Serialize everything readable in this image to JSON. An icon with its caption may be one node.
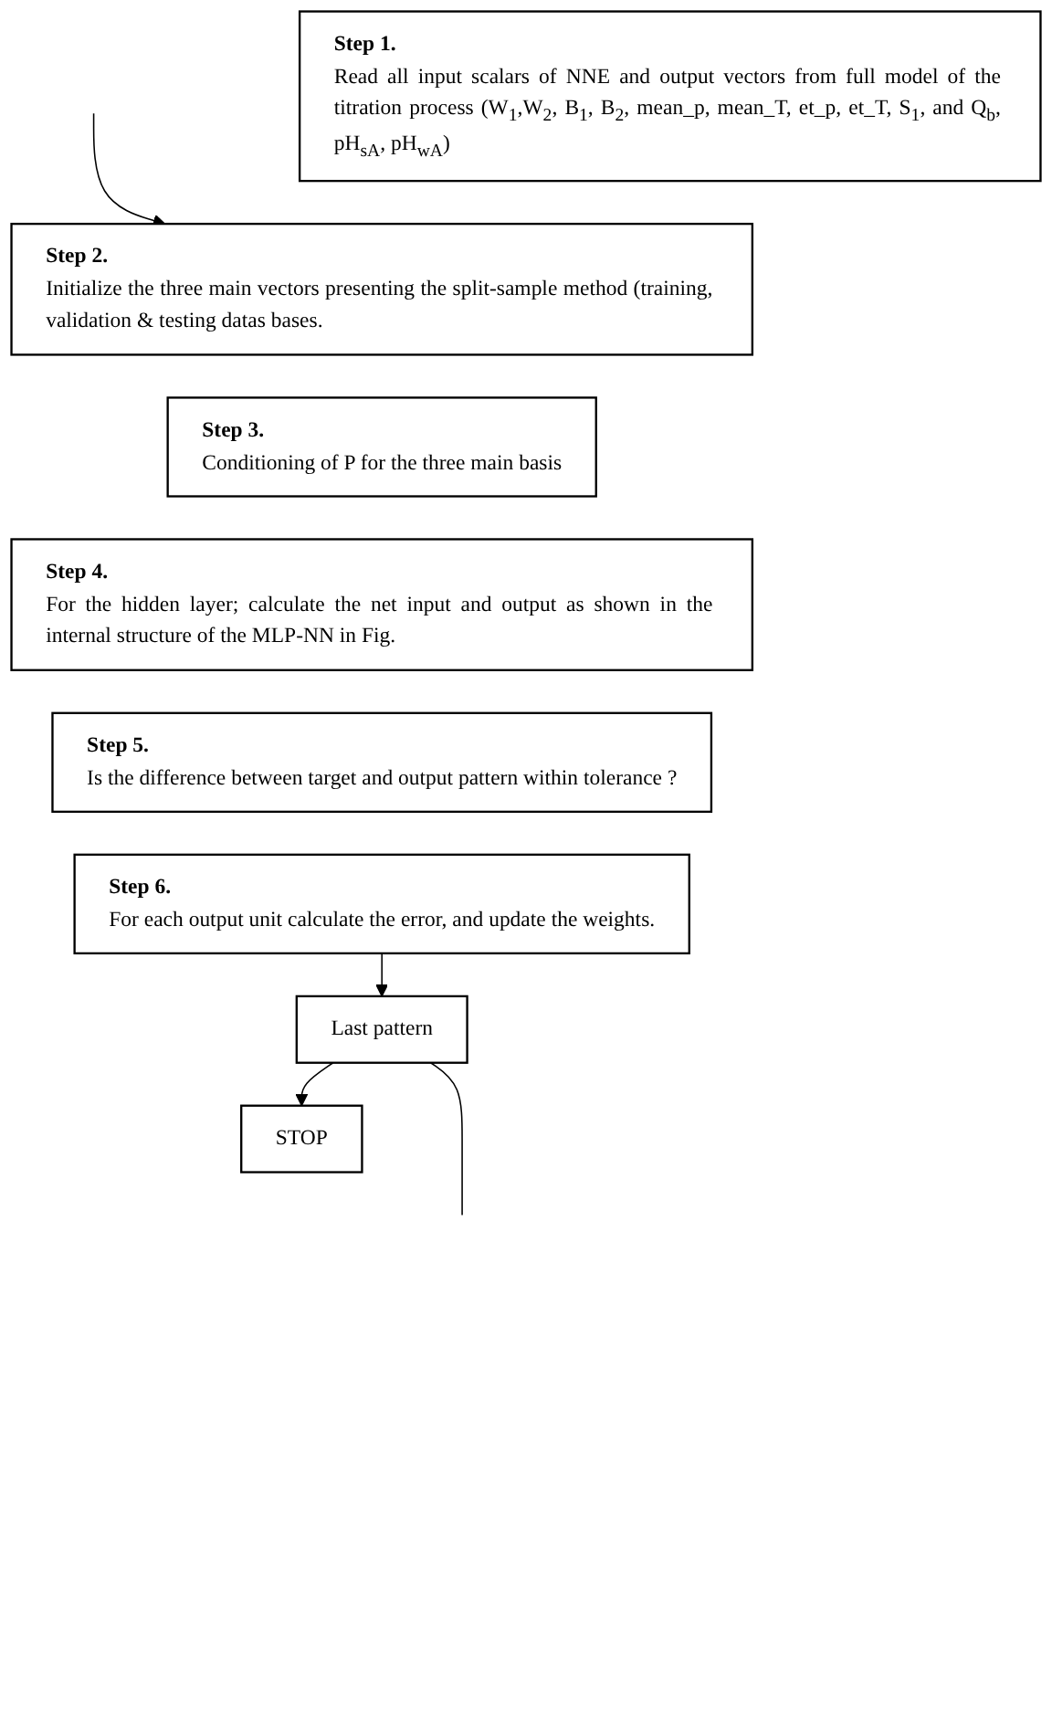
{
  "diagram": {
    "nodes": [
      {
        "text": [
          "Step 1.",
          "Read all input scalars of NNE and output vectors from full model of the titration process (W$_{1}$,W$_{2}$, B$_{1}$, B$_{2}$, mean_p, mean_T, et_p, et_T, S$_{1}$, and Q$_{b}$, pH$_{sA}$, pH$_{wA}$)"
        ]
      },
      {
        "text": [
          "Step 2.",
          "Initialize the three main vectors presenting the split-sample method (training, validation & testing datas bases."
        ]
      },
      {
        "text": [
          "Step 3.",
          "Conditioning of P for the three main basis"
        ]
      },
      {
        "text": [
          "Step 4.",
          "For the hidden layer; calculate the net input and output as shown in the internal structure of the MLP-NN in Fig."
        ]
      },
      {
        "text": [
          "Step 5.",
          "Is the difference between target and output pattern within tolerance ?"
        ]
      },
      {
        "text": [
          "Step 6.",
          "For each output unit calculate the error, and update the weights."
        ]
      },
      {
        "text": [
          "Last pattern"
        ]
      },
      {
        "text": [
          "STOP"
        ]
      }
    ],
    "edges": [
      {
        "from": 5,
        "to": 6,
        "arrow": "to"
      },
      {
        "from": 6,
        "to": 7,
        "arrow": "to"
      },
      {
        "from": 6,
        "to": null,
        "arrow": "none"
      },
      {
        "from": null,
        "to": 1,
        "arrow": "to"
      }
    ]
  }
}
